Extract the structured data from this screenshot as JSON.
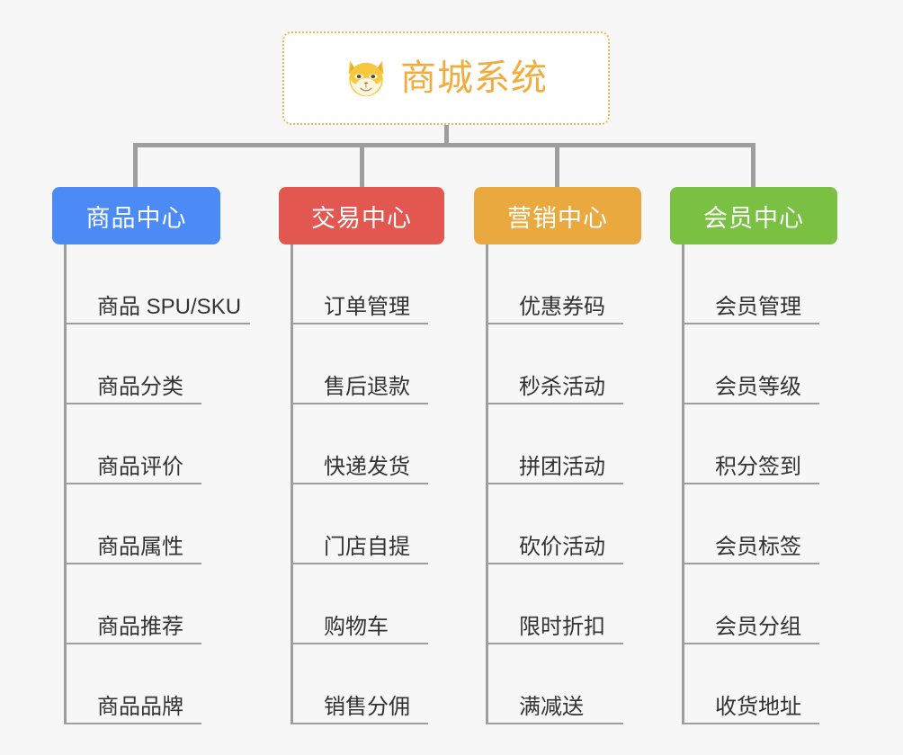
{
  "page": {
    "background_color": "#f7f7f7",
    "connector_color": "#9e9e9e"
  },
  "root": {
    "title": "商城系统",
    "icon": "shiba-dog-face-icon",
    "text_color": "#f0ad3e",
    "border_color": "#f0b755",
    "background_color": "#ffffff"
  },
  "categories": [
    {
      "label": "商品中心",
      "color": "#4c8bf5",
      "items": [
        {
          "label": "商品 SPU/SKU"
        },
        {
          "label": "商品分类"
        },
        {
          "label": "商品评价"
        },
        {
          "label": "商品属性"
        },
        {
          "label": "商品推荐"
        },
        {
          "label": "商品品牌"
        }
      ]
    },
    {
      "label": "交易中心",
      "color": "#e2574f",
      "items": [
        {
          "label": "订单管理"
        },
        {
          "label": "售后退款"
        },
        {
          "label": "快递发货"
        },
        {
          "label": "门店自提"
        },
        {
          "label": "购物车"
        },
        {
          "label": "销售分佣"
        }
      ]
    },
    {
      "label": "营销中心",
      "color": "#eaa93e",
      "items": [
        {
          "label": "优惠券码"
        },
        {
          "label": "秒杀活动"
        },
        {
          "label": "拼团活动"
        },
        {
          "label": "砍价活动"
        },
        {
          "label": "限时折扣"
        },
        {
          "label": "满减送"
        }
      ]
    },
    {
      "label": "会员中心",
      "color": "#79c043",
      "items": [
        {
          "label": "会员管理"
        },
        {
          "label": "会员等级"
        },
        {
          "label": "积分签到"
        },
        {
          "label": "会员标签"
        },
        {
          "label": "会员分组"
        },
        {
          "label": "收货地址"
        }
      ]
    }
  ]
}
